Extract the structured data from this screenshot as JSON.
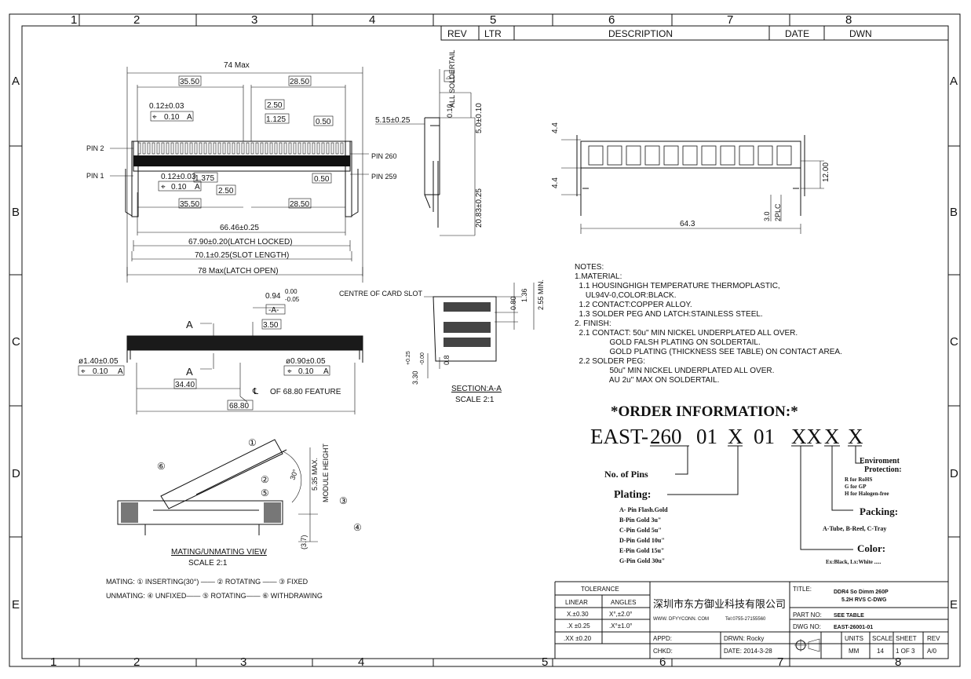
{
  "border": {
    "columns": [
      "1",
      "2",
      "3",
      "4",
      "5",
      "6",
      "7",
      "8"
    ],
    "rows": [
      "A",
      "B",
      "C",
      "D",
      "E"
    ]
  },
  "revision_block": {
    "rev": "REV",
    "ltr": "LTR",
    "description": "DESCRIPTION",
    "date": "DATE",
    "dwn": "DWN"
  },
  "top_view": {
    "overall": "74 Max",
    "dim_35_50": "35.50",
    "dim_28_50": "28.50",
    "tol_012": "0.12±0.03",
    "fcf_val": "0.10",
    "fcf_datum": "A",
    "dim_2_50": "2.50",
    "dim_1_125": "1.125",
    "dim_0_50": "0.50",
    "pin2": "PIN 2",
    "pin1": "PIN 1",
    "pin260": "PIN 260",
    "pin259": "PIN 259",
    "dim_1_375": "1.375",
    "dim_66": "66.46±0.25",
    "dim_67": "67.90±0.20(LATCH LOCKED)",
    "dim_70": "70.1±0.25(SLOT LENGTH)",
    "dim_78": "78 Max(LATCH OPEN)"
  },
  "side_view": {
    "dim_515": "5.15±0.25",
    "dim_50": "5.0±0.10",
    "dim_2083": "20.83±0.25",
    "flat_val": "0.10",
    "flat_note": "ALL SOLDERTAIL"
  },
  "right_view": {
    "dim_44a": "4.4",
    "dim_44b": "4.4",
    "dim_643": "64.3",
    "dim_1200": "12.00",
    "dim_30": "3.0",
    "dim_2plc": "2PLC"
  },
  "front_view": {
    "dim_094": "0.94",
    "tol_up": "0.00",
    "tol_dn": "-0.05",
    "datum": "-A-",
    "dim_350": "3.50",
    "label_a": "A",
    "dia_140": "ø1.40±0.05",
    "dia_090": "ø0.90±0.05",
    "fcf_val": "0.10",
    "fcf_datum": "A",
    "dim_3440": "34.40",
    "centre_note": "OF 68.80 FEATURE",
    "dim_6880": "68.80"
  },
  "section_view": {
    "centre_label": "CENTRE OF CARD SLOT",
    "dim_080": "0.80",
    "dim_136": "1.36",
    "dim_255": "2.55 MIN.",
    "dim_08": "0.8",
    "dim_330": "3.30",
    "tol_up": "+0.25",
    "tol_dn": "-0.00",
    "title": "SECTION:A-A",
    "scale": "SCALE 2:1"
  },
  "mating_view": {
    "dim_535": "5.35 MAX.",
    "module_height": "MODULE HEIGHT",
    "angle": "30°",
    "dim_37": "(3.7)",
    "title": "MATING/UNMATING VIEW",
    "scale": "SCALE 2:1",
    "mating": "MATING:   ① INSERTING(30°) —— ② ROTATING —— ③ FIXED",
    "unmating": "UNMATING: ④ UNFIXED—— ⑤ ROTATING—— ⑥ WITHDRAWING",
    "circ1": "①",
    "circ2": "②",
    "circ3": "③",
    "circ4": "④",
    "circ5": "⑤",
    "circ6": "⑥"
  },
  "notes": [
    "NOTES:",
    "1.MATERIAL:",
    "  1.1 HOUSINGHIGH TEMPERATURE THERMOPLASTIC,",
    "     UL94V-0,COLOR:BLACK.",
    "  1.2 CONTACT:COPPER ALLOY.",
    "  1.3 SOLDER PEG AND LATCH:STAINLESS STEEL.",
    "2. FINISH:",
    "  2.1 CONTACT: 50u\" MIN NICKEL UNDERPLATED ALL OVER.",
    "                GOLD FALSH PLATING ON SOLDERTAIL.",
    "                GOLD PLATING (THICKNESS SEE TABLE) ON CONTACT AREA.",
    "  2.2 SOLDER PEG:",
    "                50u\" MIN NICKEL UNDERPLATED ALL OVER.",
    "                AU 2u\" MAX ON SOLDERTAIL."
  ],
  "order": {
    "heading": "*ORDER INFORMATION:*",
    "p_east": "EAST-",
    "p_260": "260",
    "p_01a": "01",
    "p_x1": "X",
    "p_01b": "01",
    "p_xx": "XX",
    "p_x2": "X",
    "p_x3": "X",
    "no_pins": "No. of Pins",
    "plating": "Plating:",
    "plating_opts": [
      "A- Pin Flash.Gold",
      "B-Pin Gold 3u\"",
      "C-Pin Gold 5u\"",
      "D-Pin Gold 10u\"",
      "E-Pin Gold 15u\"",
      "G-Pin Gold 30u\""
    ],
    "env1": "Enviroment",
    "env2": "Protection:",
    "env_opts": [
      "R for RoHS",
      "G for GP",
      "H for Halogen-free"
    ],
    "packing": "Packing:",
    "packing_opts": "A-Tube, B-Reel, C-Tray",
    "color": "Color:",
    "color_opts": "Ex:Black, Lx:White ....."
  },
  "title_block": {
    "tolerance": "TOLERANCE",
    "linear": "LINEAR",
    "angles": "ANGLES",
    "lin1": "X.±0.30",
    "ang1": "X°,±2.0°",
    "lin2": ".X ±0.25",
    "ang2": ".X°±1.0°",
    "lin3": ".XX ±0.20",
    "company": "深圳市东方御业科技有限公司",
    "web": "WWW. DFYYCONN. COM",
    "tel": "Tel:0755-27155560",
    "appd": "APPD:",
    "chkd": "CHKD:",
    "drwn": "DRWN: Rocky",
    "date": "DATE: 2014-3-28",
    "title_lbl": "TITLE:",
    "title1": "DDR4 So Dimm 260P",
    "title2": "5.2H RVS C-DWG",
    "part_lbl": "PART NO:",
    "part_val": "SEE TABLE",
    "dwg_lbl": "DWG NO:",
    "dwg_val": "EAST-26001-01",
    "units": "UNITS",
    "scale": "SCALE",
    "sheet": "SHEET",
    "rev": "REV",
    "units_v": "MM",
    "scale_v": "14",
    "sheet_v": "1 OF 3",
    "rev_v": "A/0"
  }
}
